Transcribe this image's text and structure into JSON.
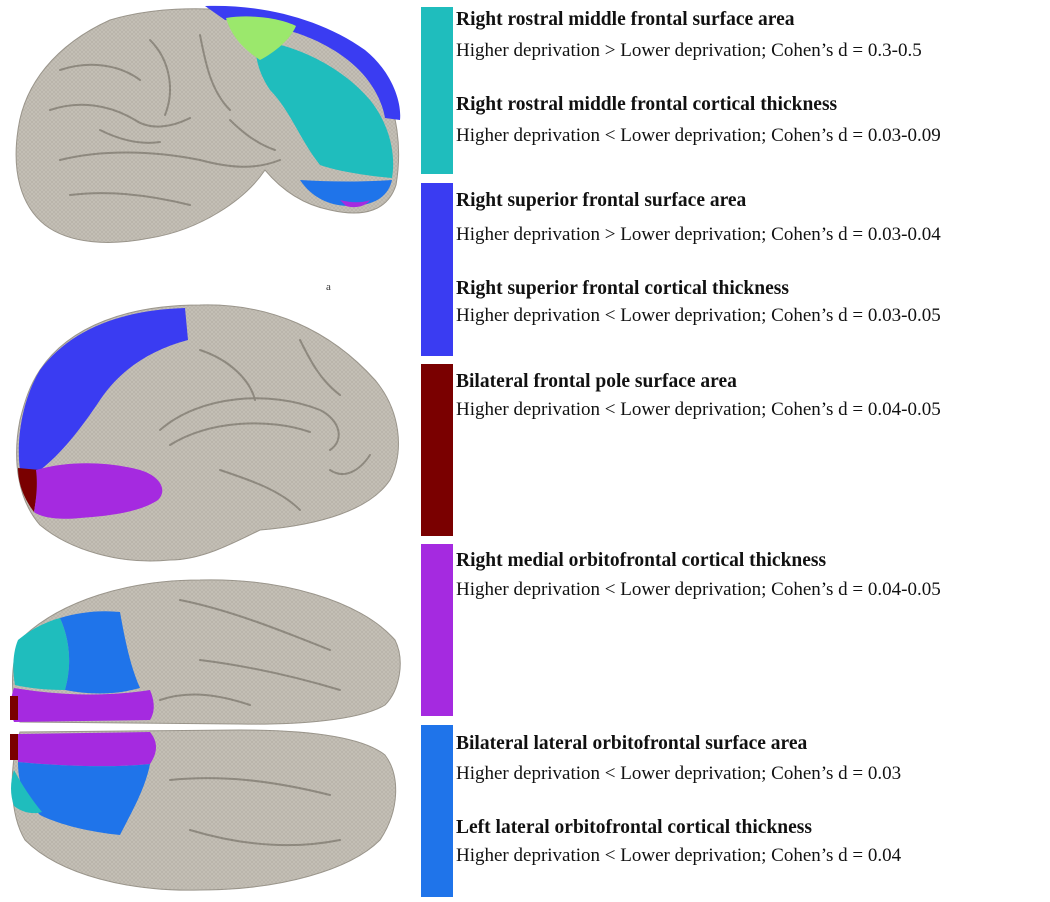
{
  "colors": {
    "cyan": "#1fbdbd",
    "blue": "#3a3cf2",
    "darkred": "#7a0000",
    "purple": "#a52ae0",
    "lightblue": "#1f74ea",
    "lightgreen": "#9be86c",
    "gray": "#b8b3a8"
  },
  "legend": [
    {
      "color": "#1fbdbd",
      "entries": [
        {
          "title": "Right rostral middle frontal surface area",
          "desc": "Higher deprivation > Lower deprivation; Cohen’s d = 0.3-0.5"
        },
        {
          "title": "Right rostral middle frontal cortical thickness",
          "desc": "Higher deprivation < Lower deprivation; Cohen’s d = 0.03-0.09"
        }
      ]
    },
    {
      "color": "#3a3cf2",
      "entries": [
        {
          "title": "Right superior frontal surface area",
          "desc": "Higher deprivation > Lower deprivation; Cohen’s d = 0.03-0.04"
        },
        {
          "title": "Right superior frontal cortical thickness",
          "desc": "Higher deprivation < Lower deprivation; Cohen’s d = 0.03-0.05"
        }
      ]
    },
    {
      "color": "#7a0000",
      "entries": [
        {
          "title": "Bilateral frontal pole surface area",
          "desc": "Higher deprivation < Lower deprivation; Cohen’s d = 0.04-0.05"
        }
      ]
    },
    {
      "color": "#a52ae0",
      "entries": [
        {
          "title": "Right medial orbitofrontal cortical thickness",
          "desc": "Higher deprivation < Lower deprivation; Cohen’s d = 0.04-0.05"
        }
      ]
    },
    {
      "color": "#1f74ea",
      "entries": [
        {
          "title": "Bilateral lateral orbitofrontal surface area",
          "desc": "Higher deprivation < Lower deprivation; Cohen’s d = 0.03"
        },
        {
          "title": "Left lateral orbitofrontal cortical thickness",
          "desc": "Higher deprivation < Lower deprivation; Cohen’s d = 0.04"
        }
      ]
    }
  ],
  "stray_mark": "a"
}
